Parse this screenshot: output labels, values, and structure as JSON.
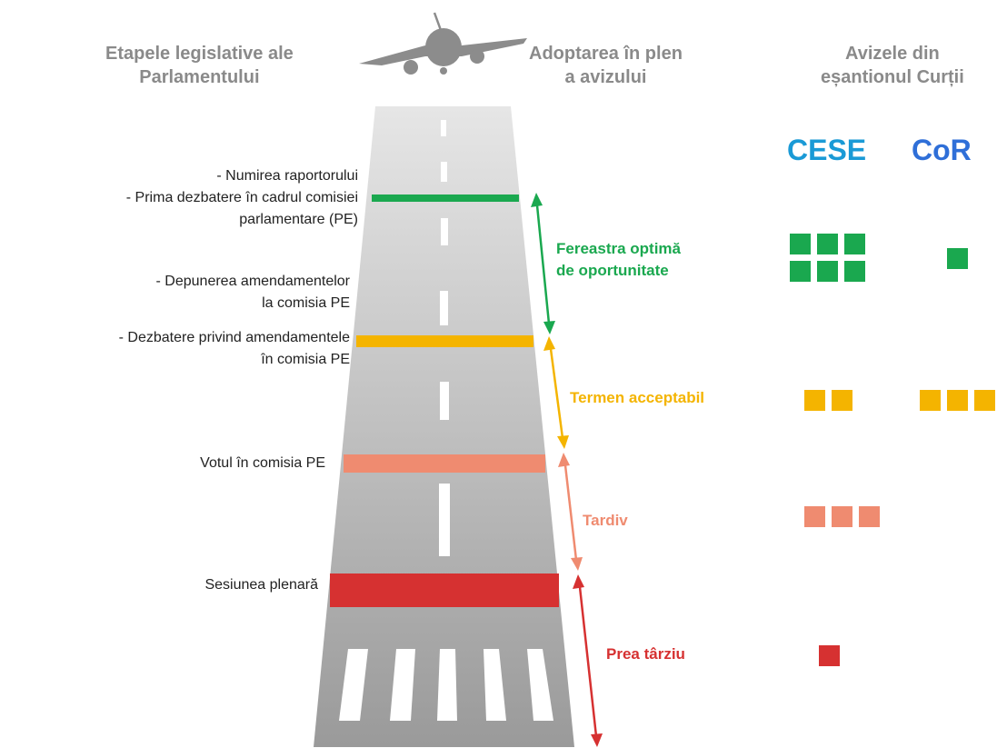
{
  "headers": {
    "left": [
      "Etapele legislative ale",
      "Parlamentului"
    ],
    "middle": [
      "Adoptarea în plen",
      "a avizului"
    ],
    "right": [
      "Avizele din",
      "eșantionul Curții"
    ]
  },
  "columns": {
    "cese": {
      "label": "CESE",
      "color": "#1a9ad6"
    },
    "cor": {
      "label": "CoR",
      "color": "#2f6fd8"
    }
  },
  "stages": {
    "stage1": [
      "- Numirea raportorului",
      "- Prima dezbatere în cadrul comisiei",
      "parlamentare (PE)"
    ],
    "stage2": [
      "- Depunerea amendamentelor",
      "la comisia PE"
    ],
    "stage3": [
      "- Dezbatere privind amendamentele",
      "în comisia PE"
    ],
    "stage4": [
      "Votul în comisia PE"
    ],
    "stage5": [
      "Sesiunea plenară"
    ]
  },
  "windows": [
    {
      "key": "optimal",
      "lines": [
        "Fereastra optimă",
        "de oportunitate"
      ],
      "color": "#1aa84f",
      "cese_count": 6,
      "cor_count": 1
    },
    {
      "key": "acceptable",
      "lines": [
        "Termen acceptabil"
      ],
      "color": "#f4b400",
      "cese_count": 2,
      "cor_count": 3
    },
    {
      "key": "late",
      "lines": [
        "Tardiv"
      ],
      "color": "#ef8b70",
      "cese_count": 3,
      "cor_count": 0
    },
    {
      "key": "too_late",
      "lines": [
        "Prea târziu"
      ],
      "color": "#d63131",
      "cese_count": 1,
      "cor_count": 0
    }
  ]
}
